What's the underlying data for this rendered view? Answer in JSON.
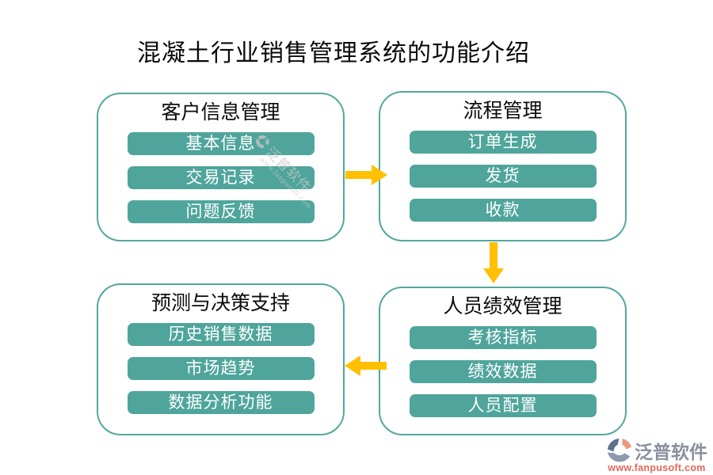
{
  "title": "混凝土行业销售管理系统的功能介绍",
  "boxes": [
    {
      "title": "客户信息管理",
      "items": [
        "基本信息",
        "交易记录",
        "问题反馈"
      ]
    },
    {
      "title": "流程管理",
      "items": [
        "订单生成",
        "发货",
        "收款"
      ]
    },
    {
      "title": "预测与决策支持",
      "items": [
        "历史销售数据",
        "市场趋势",
        "数据分析功能"
      ]
    },
    {
      "title": "人员绩效管理",
      "items": [
        "考核指标",
        "绩效数据",
        "人员配置"
      ]
    }
  ],
  "arrows": [
    {
      "name": "arrow-right-icon",
      "direction": "right"
    },
    {
      "name": "arrow-down-icon",
      "direction": "down"
    },
    {
      "name": "arrow-left-icon",
      "direction": "left"
    }
  ],
  "watermark": {
    "text": "泛普软件",
    "url": "www.fanpusoft.com"
  },
  "logo": {
    "name": "泛普软件",
    "url": "www.fanpusoft.com"
  },
  "colors": {
    "pill_fill": "#4FA59B",
    "box_border": "#52A89E",
    "arrow": "#FFC000",
    "title_text": "#0A0A0A",
    "pill_text": "#FFFFFF",
    "logo_name": "#8A90A0",
    "logo_url": "#E2685C"
  }
}
